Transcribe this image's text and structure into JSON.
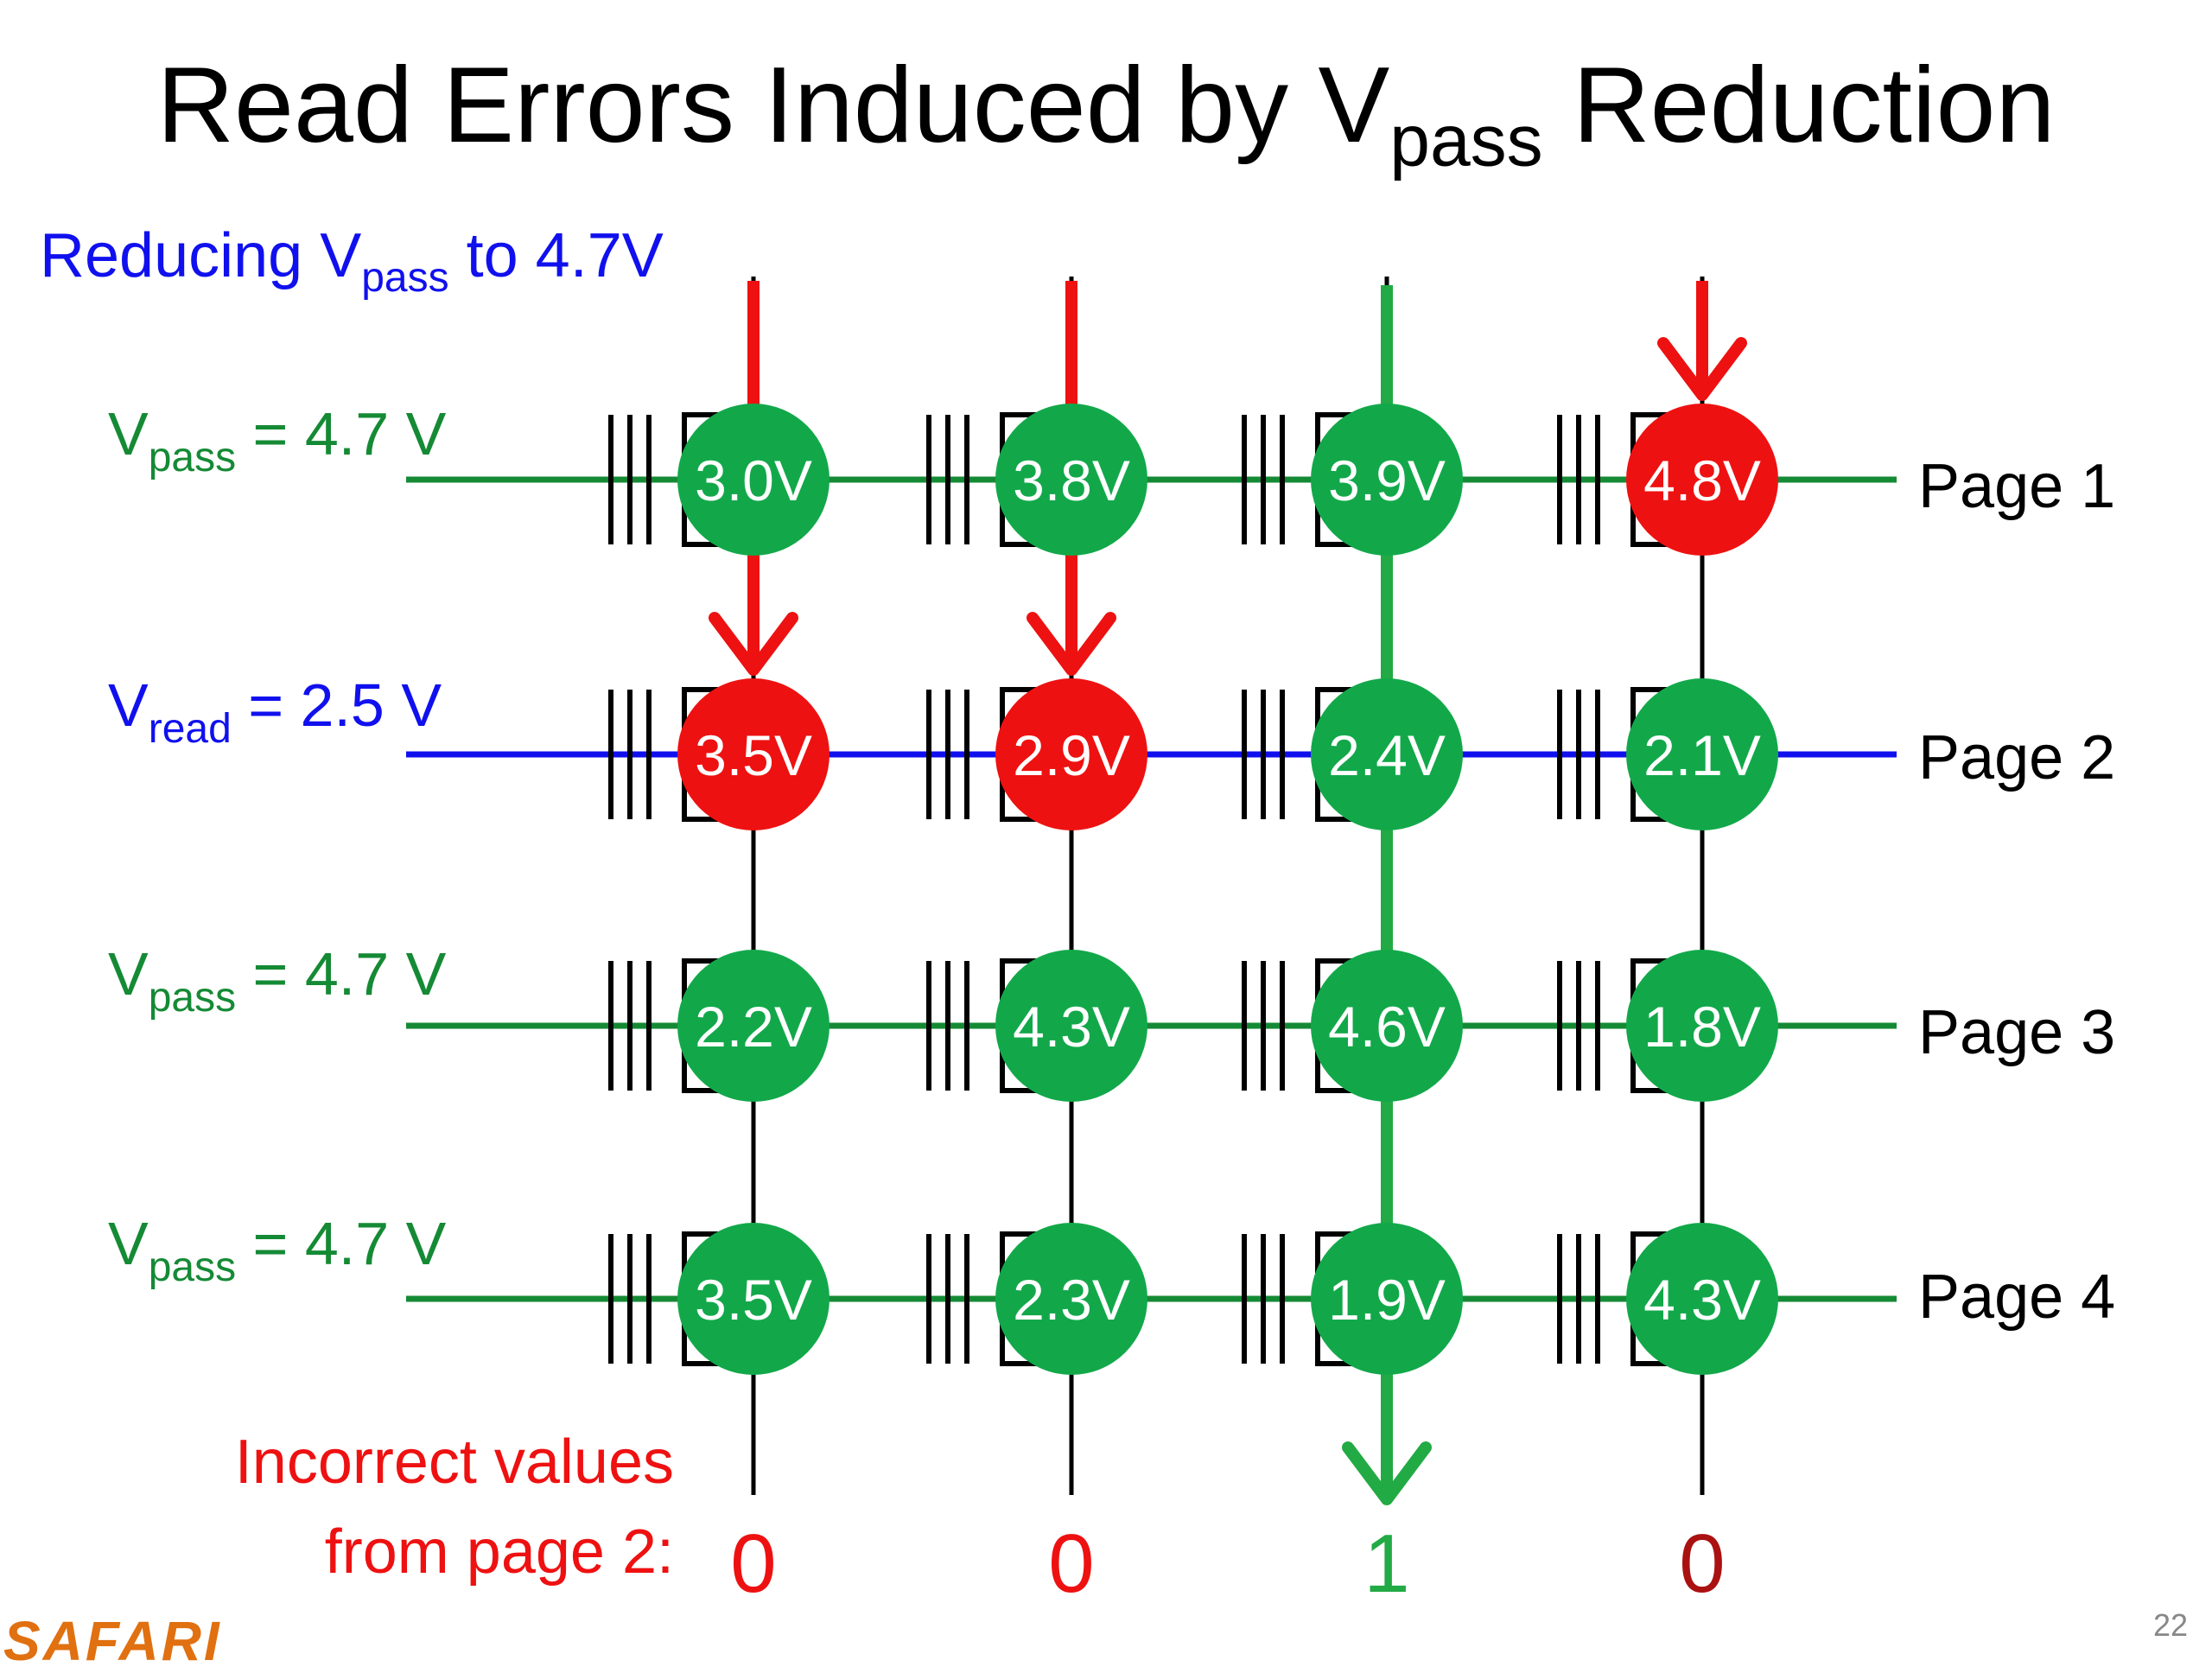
{
  "title": {
    "main": "Read Errors Induced by V",
    "sub": "pass",
    "tail": " Reduction"
  },
  "subtitle": {
    "prefix": "Reducing V",
    "sub": "pass",
    "suffix": " to 4.7V"
  },
  "rows": [
    {
      "label_v": "V",
      "label_sub": "pass",
      "label_value": " = 4.7 V",
      "page": "Page 1",
      "line_color": "#158a35"
    },
    {
      "label_v": "V",
      "label_sub": "read",
      "label_value": " = 2.5 V",
      "page": "Page 2",
      "line_color": "#1010ee"
    },
    {
      "label_v": "V",
      "label_sub": "pass",
      "label_value": " = 4.7 V",
      "page": "Page 3",
      "line_color": "#158a35"
    },
    {
      "label_v": "V",
      "label_sub": "pass",
      "label_value": " = 4.7 V",
      "page": "Page 4",
      "line_color": "#158a35"
    }
  ],
  "cells": [
    [
      "3.0V",
      "3.8V",
      "3.9V",
      "4.8V"
    ],
    [
      "3.5V",
      "2.9V",
      "2.4V",
      "2.1V"
    ],
    [
      "2.2V",
      "4.3V",
      "4.6V",
      "1.8V"
    ],
    [
      "3.5V",
      "2.3V",
      "1.9V",
      "4.3V"
    ]
  ],
  "cell_error": [
    [
      false,
      false,
      false,
      true
    ],
    [
      true,
      true,
      false,
      false
    ],
    [
      false,
      false,
      false,
      false
    ],
    [
      false,
      false,
      false,
      false
    ]
  ],
  "outputs": [
    "0",
    "0",
    "1",
    "0"
  ],
  "output_colors": [
    "#ee1111",
    "#ee1111",
    "#22aa44",
    "#aa1111"
  ],
  "note": {
    "line1": "Incorrect values",
    "line2": "from page 2:"
  },
  "logo": "SAFARI",
  "page_number": "22",
  "colors": {
    "cell_ok": "#12a84a",
    "cell_error": "#ee1111",
    "pass_line": "#158a35",
    "read_line": "#1010ee",
    "bitline": "#000000",
    "error_arrow": "#ee1111",
    "ok_arrow": "#22aa44"
  }
}
